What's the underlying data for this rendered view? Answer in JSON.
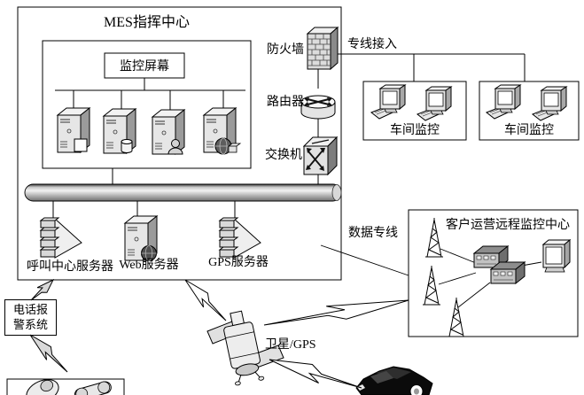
{
  "mes_center": {
    "title": "MES指挥中心",
    "monitor_screen": "监控屏幕"
  },
  "servers": {
    "call_center": "呼叫中心服务器",
    "web": "Web服务器",
    "gps": "GPS服务器"
  },
  "network_devices": {
    "firewall": "防火墙",
    "router": "路由器",
    "switch": "交换机"
  },
  "links": {
    "dedicated_access": "专线接入",
    "data_line": "数据专线"
  },
  "workshops": {
    "first": "车间监控",
    "second": "车间监控"
  },
  "customer_center": {
    "title": "客户运营远程监控中心"
  },
  "satellite": {
    "label": "卫星/GPS"
  },
  "phone_alarm": {
    "line1": "电话报",
    "line2": "警系统"
  },
  "icons": [
    "firewall-brick-icon",
    "router-cylinder-icon",
    "switch-cube-icon",
    "tower-server-icon",
    "wedge-server-icon",
    "globe-icon",
    "desktop-computer-icon",
    "bus-pipe-icon",
    "antenna-tower-icon",
    "rack-switch-icon",
    "crt-monitor-icon",
    "satellite-icon",
    "telephone-handset-icon",
    "car-icon",
    "lightning-link-icon"
  ],
  "colors": {
    "line": "#000000",
    "fill_light": "#e8e8e8",
    "fill_mid": "#bdbdbd",
    "fill_dark": "#7d7d7d",
    "car": "#0b0b0b",
    "background": "#ffffff"
  }
}
